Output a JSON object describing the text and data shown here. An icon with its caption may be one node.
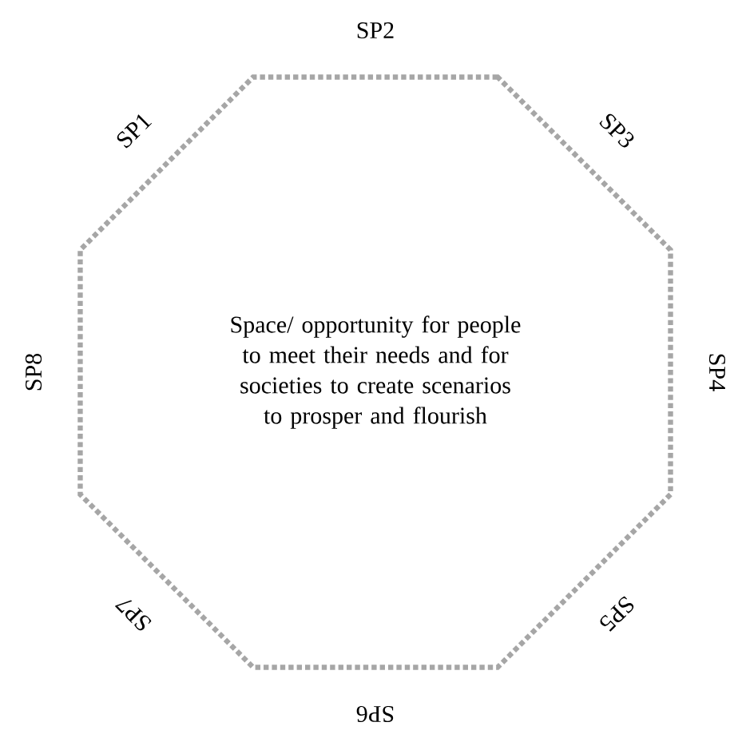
{
  "diagram": {
    "nodes": [
      {
        "text": [
          "Space/ opportunity for people to meet their needs and for societies to create scenarios to prosper and flourish"
        ]
      }
    ],
    "labels": [
      "SP1",
      "SP2",
      "SP3",
      "SP4",
      "SP5",
      "SP6",
      "SP7",
      "SP8"
    ]
  }
}
